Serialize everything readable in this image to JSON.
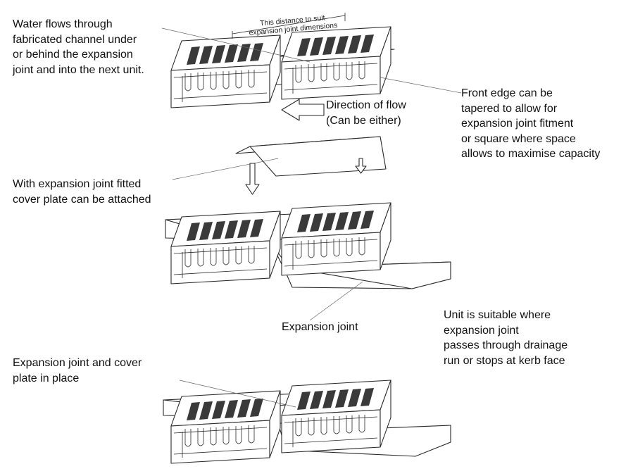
{
  "annotations": {
    "water_flow": "Water flows through\nfabricated channel under\nor behind the expansion\njoint and into the next unit.",
    "distance": "This distance to suit\nexpansion joint dimensions",
    "direction": "Direction of flow\n(Can be either)",
    "front_edge": "Front edge can be\ntapered to allow for\nexpansion joint fitment\nor square where space\nallows to maximise capacity",
    "cover_plate": "With expansion joint fitted\ncover plate can be attached",
    "expansion_joint": "Expansion joint",
    "suitable": "Unit is suitable where\nexpansion joint\npasses through drainage\nrun or stops at kerb face",
    "in_place": "Expansion joint and cover\nplate in place"
  },
  "colors": {
    "line": "#2a2a2a",
    "text": "#111111",
    "background": "#ffffff"
  }
}
